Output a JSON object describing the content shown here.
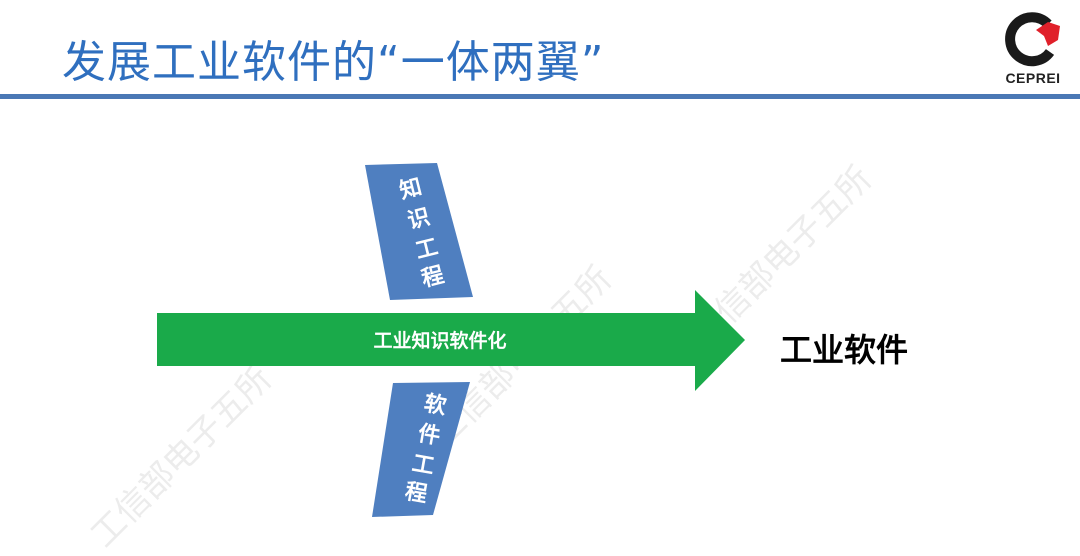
{
  "title": "发展工业软件的“一体两翼”",
  "logo": {
    "text": "CEPREI"
  },
  "diagram": {
    "arrow_label": "工业知识软件化",
    "upper_wing": [
      "知",
      "识",
      "工",
      "程"
    ],
    "lower_wing": [
      "软",
      "件",
      "工",
      "程"
    ],
    "result": "工业软件"
  },
  "watermark": "工信部电子五所",
  "colors": {
    "title": "#2f6fbf",
    "rule": "#4a78b5",
    "arrow": "#1aaa4a",
    "wing": "#4f7fc0",
    "logo_red": "#e0202a"
  }
}
